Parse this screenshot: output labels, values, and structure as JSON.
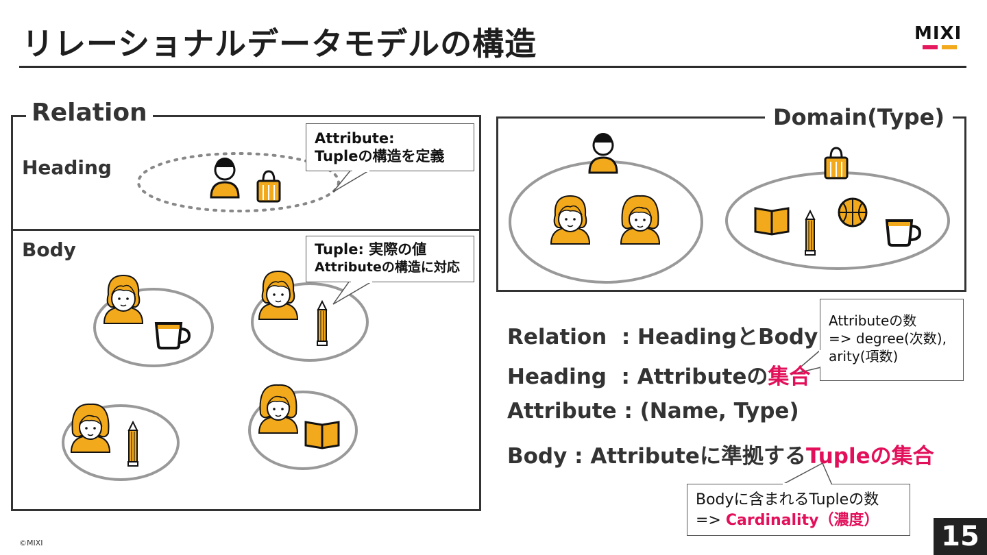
{
  "title": "リレーショナルデータモデルの構造",
  "logo": "MIXI",
  "relation": {
    "label": "Relation",
    "heading_label": "Heading",
    "body_label": "Body",
    "callout_attribute": {
      "title": "Attribute:",
      "text": "Tupleの構造を定義"
    },
    "callout_tuple": {
      "title": "Tuple:",
      "title_rest": " 実際の値",
      "text": "Attributeの構造に対応"
    }
  },
  "domain": {
    "label": "Domain(Type)"
  },
  "definitions": [
    {
      "term": "Relation",
      "sep": "  : ",
      "desc": "HeadingとBody",
      "hl": ""
    },
    {
      "term": "Heading",
      "sep": "  : ",
      "desc": "Attributeの",
      "hl": "集合"
    },
    {
      "term": "Attribute",
      "sep": " : ",
      "desc": "(Name, Type)",
      "hl": ""
    },
    {
      "term": "Body",
      "sep": " : ",
      "desc": "Attributeに準拠する",
      "hl": "Tupleの集合"
    }
  ],
  "callout_degree": {
    "line1": "Attributeの数",
    "line2": "=> degree(次数),",
    "line3": "arity(項数)"
  },
  "callout_cardinality": {
    "line1": "Bodyに含まれるTupleの数",
    "prefix": "=> ",
    "hl": "Cardinality（濃度）"
  },
  "page_number": "15",
  "copyright": "©MIXI",
  "colors": {
    "accent": "#e2105a",
    "orange": "#f2a91b",
    "dark": "#333333"
  }
}
